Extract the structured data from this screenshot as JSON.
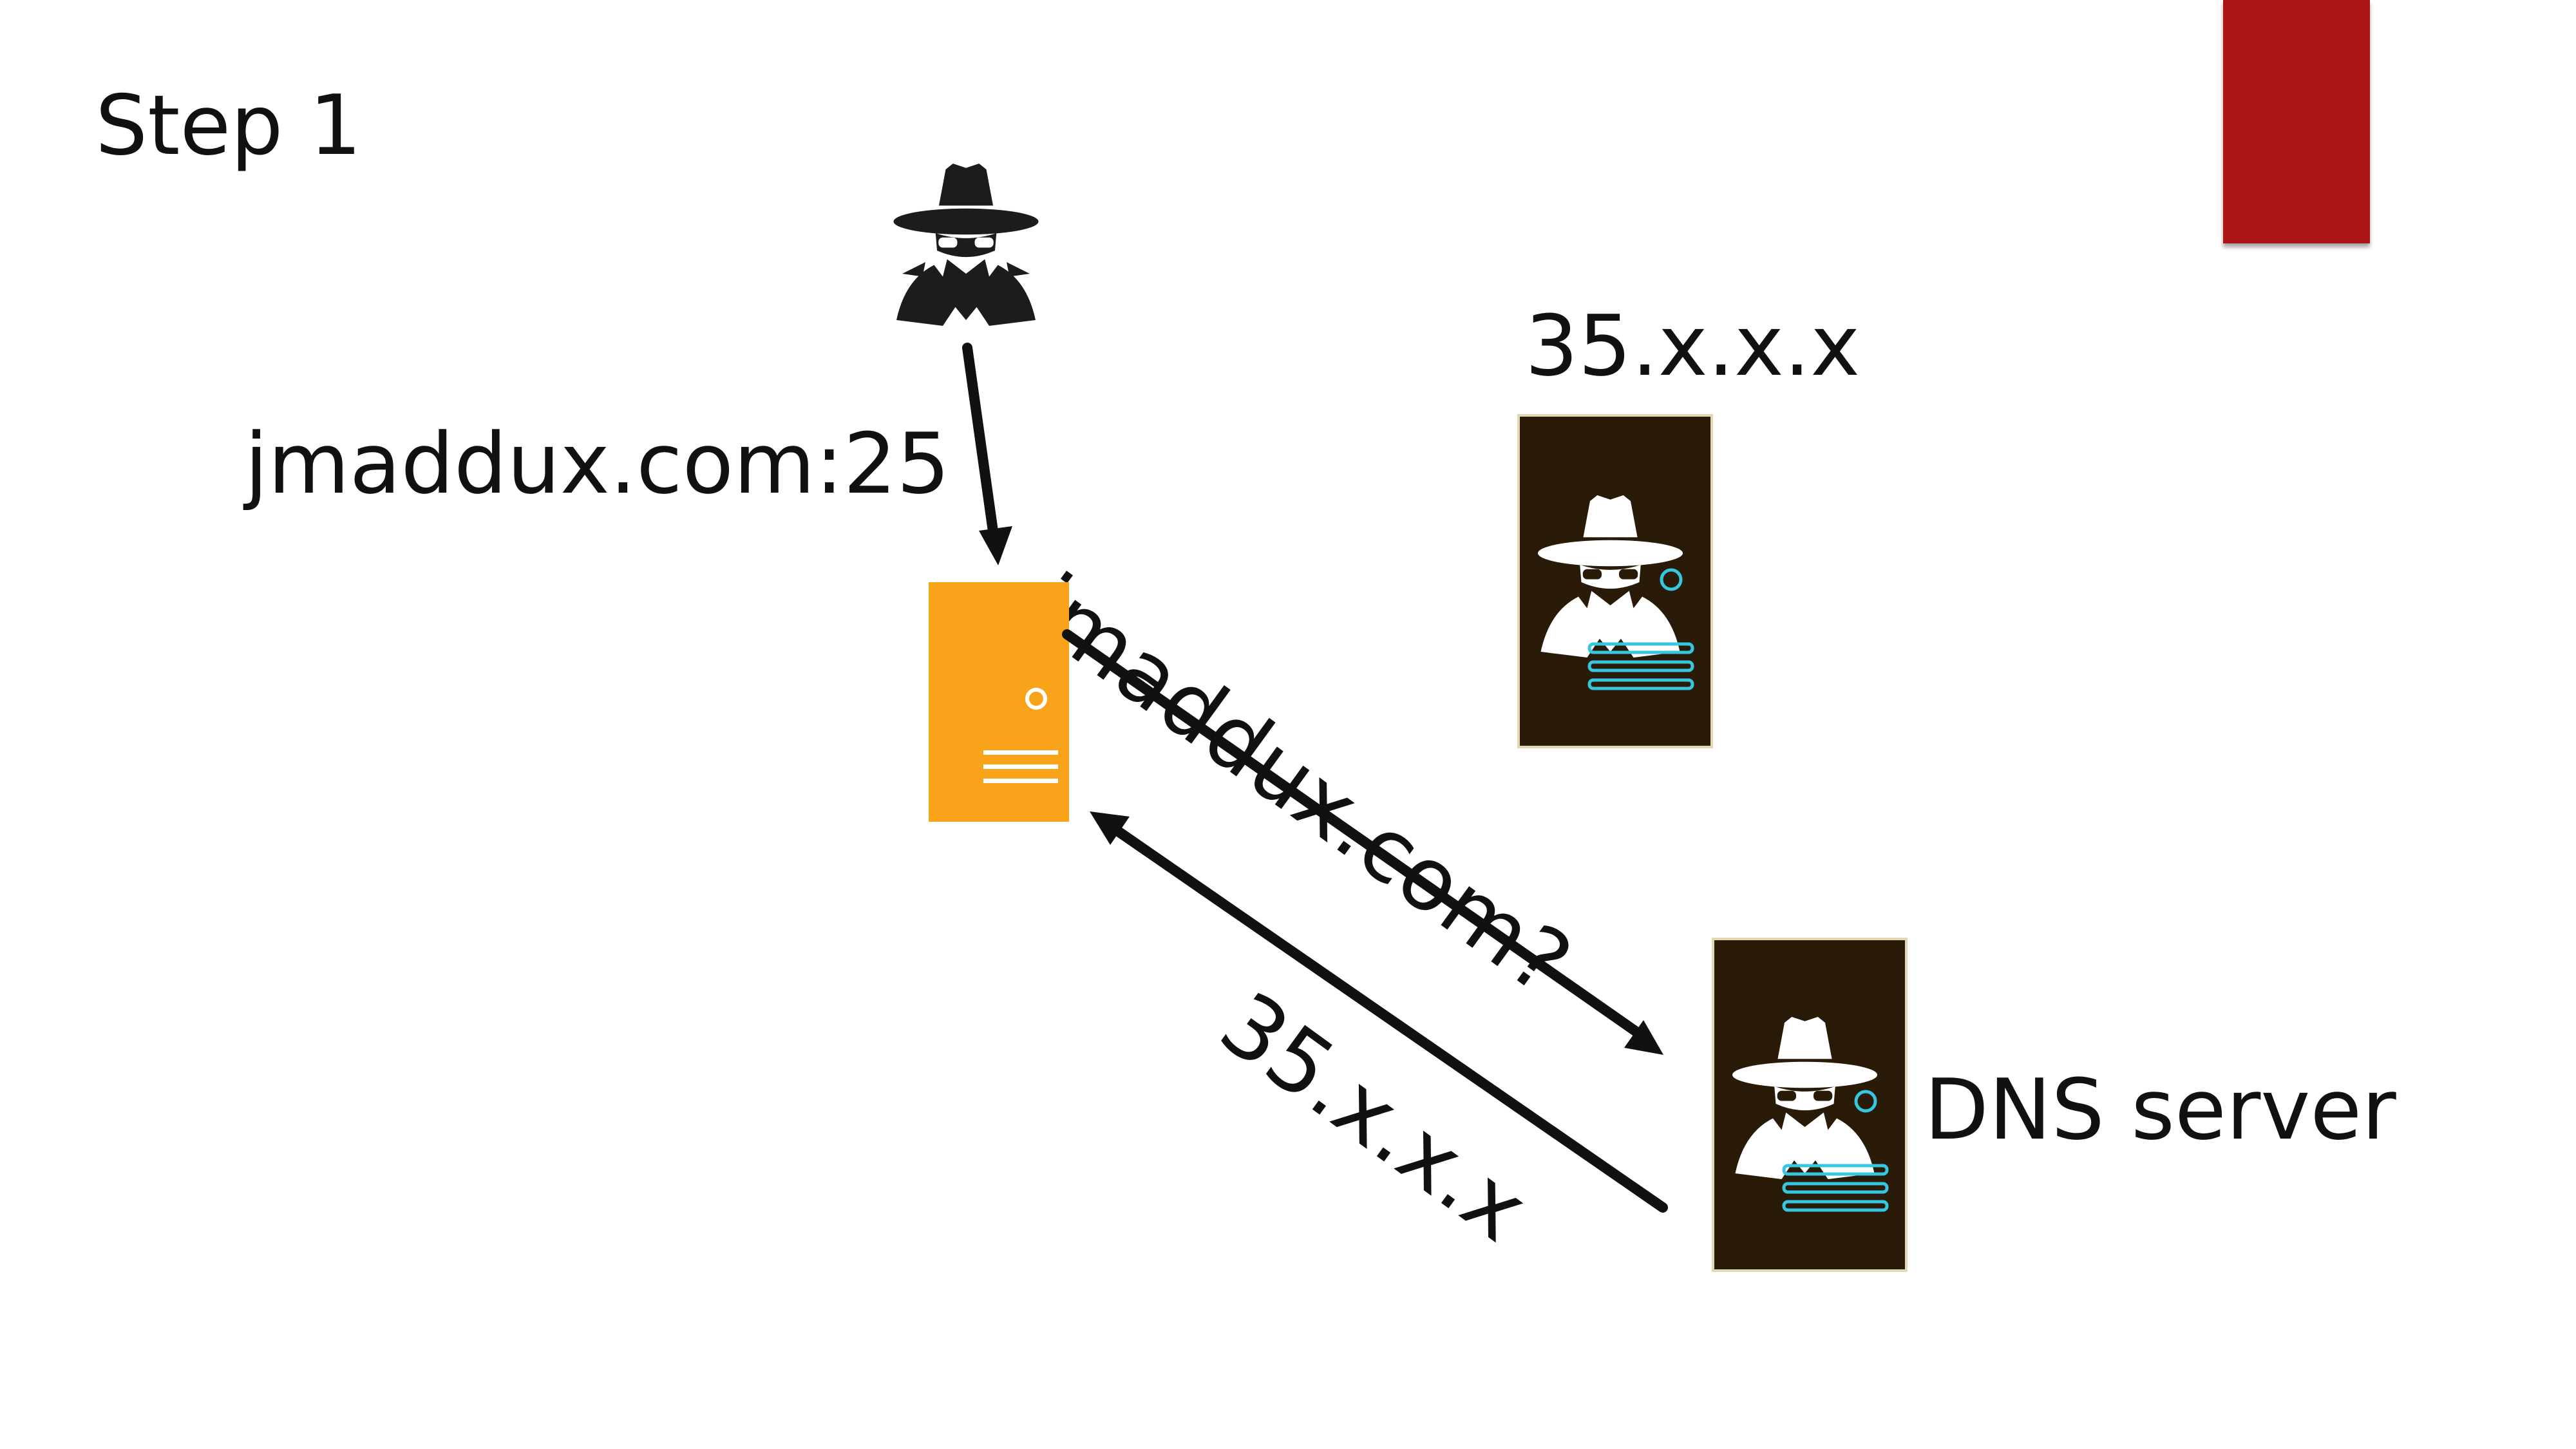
{
  "slide": {
    "title": "Step 1",
    "labels": {
      "request": "jmaddux.com:25",
      "query": "jmaddux.com?",
      "answer": "35.x.x.x",
      "fake_server_ip": "35.x.x.x",
      "dns_server": "DNS server"
    }
  },
  "icons": {
    "attacker": "spy-icon",
    "mail_server": "server-icon",
    "fake_server": "spy-server-icon",
    "dns_server": "spy-server-icon"
  },
  "colors": {
    "accent": "#ad1616",
    "mail_server": "#f9a31a",
    "spy_server": "#2a1b08",
    "server_lines": "#35c6e0",
    "text": "#111111"
  }
}
